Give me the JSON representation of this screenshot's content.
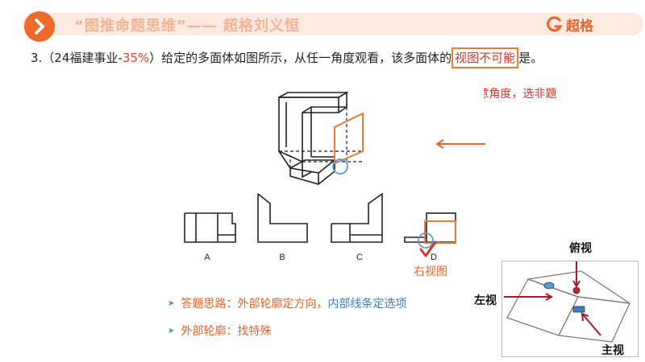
{
  "header": {
    "title": "“图推命题思维”—— 超格刘义恒",
    "brand": "超格"
  },
  "question": {
    "prefix": "3.（24福建事业-",
    "pct": "35%",
    "middle": "）给定的多面体如图所示，从任一角度观看，该多面体的",
    "key": "视图不可能",
    "suffix": "是。"
  },
  "hints": {
    "any_angle": "任意角度，选非题",
    "tip1_a": "答题思路：外部轮廓定方向，",
    "tip1_b": "内部线条定选项",
    "tip2": "外部轮廓：找特殊"
  },
  "figure": {
    "options": [
      "A",
      "B",
      "C",
      "D"
    ],
    "right_view_label": "右视图"
  },
  "side_panel": {
    "top_label": "俯视",
    "left_label": "左视",
    "front_label": "主视"
  },
  "colors": {
    "accent": "#e8642a",
    "red": "#d8342a",
    "green": "#3aa55a",
    "blue": "#3a7fc2"
  }
}
